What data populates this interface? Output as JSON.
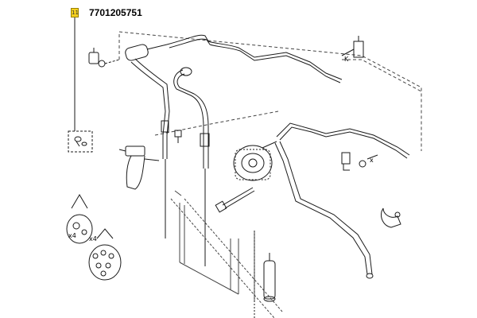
{
  "diagram": {
    "callout_number": "11",
    "part_number": "7701205751",
    "labels": {
      "qty_a": "x4",
      "qty_b": "x4",
      "letter_k": "K",
      "letter_x": "x"
    },
    "colors": {
      "line": "#1a1a1a",
      "dash": "#444444",
      "callout_fill": "#f4d020",
      "part_fill": "#ffffff"
    }
  }
}
